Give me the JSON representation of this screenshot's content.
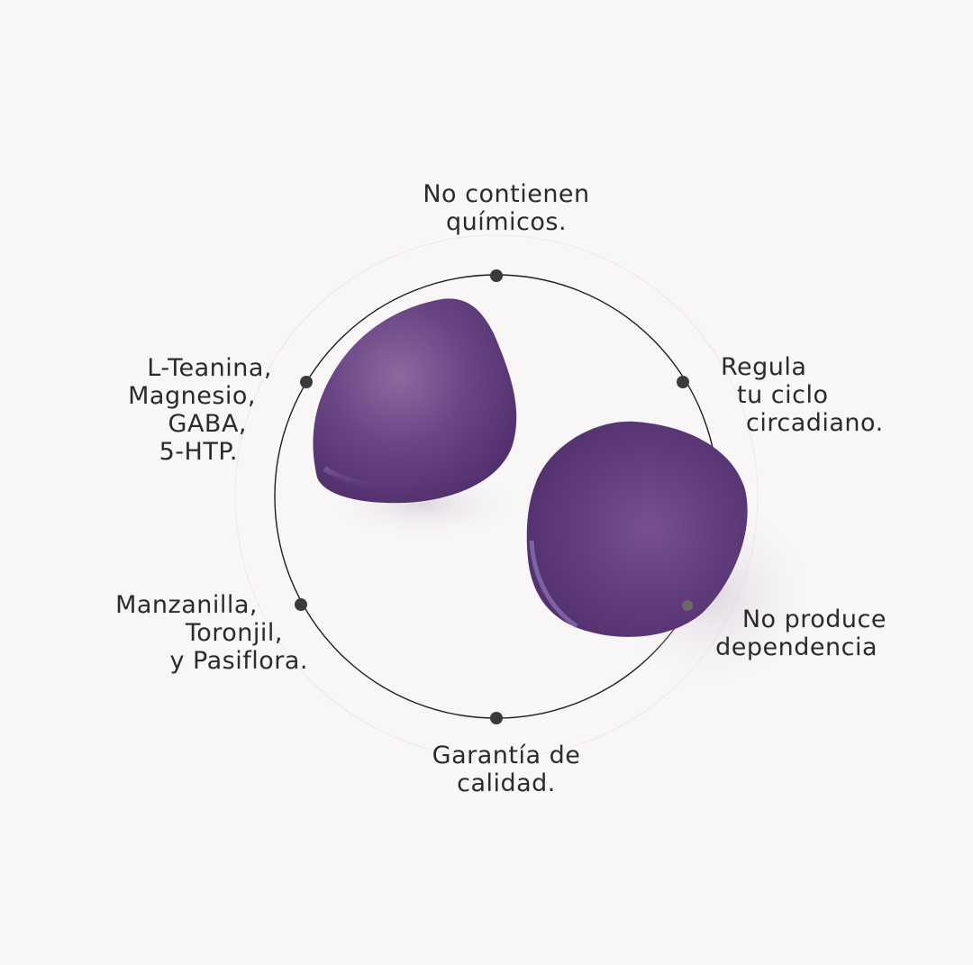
{
  "benefits": {
    "top": {
      "line1": "No contienen",
      "line2": "químicos."
    },
    "top_right": {
      "line1": "Regula",
      "line2": "tu ciclo",
      "line3": "circadiano."
    },
    "bottom_right": {
      "line1": "No produce",
      "line2": "dependencia"
    },
    "bottom": {
      "line1": "Garantía de",
      "line2": "calidad."
    },
    "bottom_left": {
      "line1": "Manzanilla,",
      "line2": "Toronjil,",
      "line3": "y Pasiflora."
    },
    "top_left": {
      "line1": "L-Teanina,",
      "line2": "Magnesio,",
      "line3": "GABA,",
      "line4": "5-HTP."
    }
  },
  "colors": {
    "background": "#f8f6f7",
    "gummy": "#5f3a78",
    "ring": "#1e1e1e",
    "dot": "#3a3a3a",
    "text": "#2b2a2c"
  },
  "icons": {
    "gummy_left": "purple-gummy-icon",
    "gummy_right": "purple-gummy-icon",
    "ring_dots": "circle-dot-icon"
  }
}
